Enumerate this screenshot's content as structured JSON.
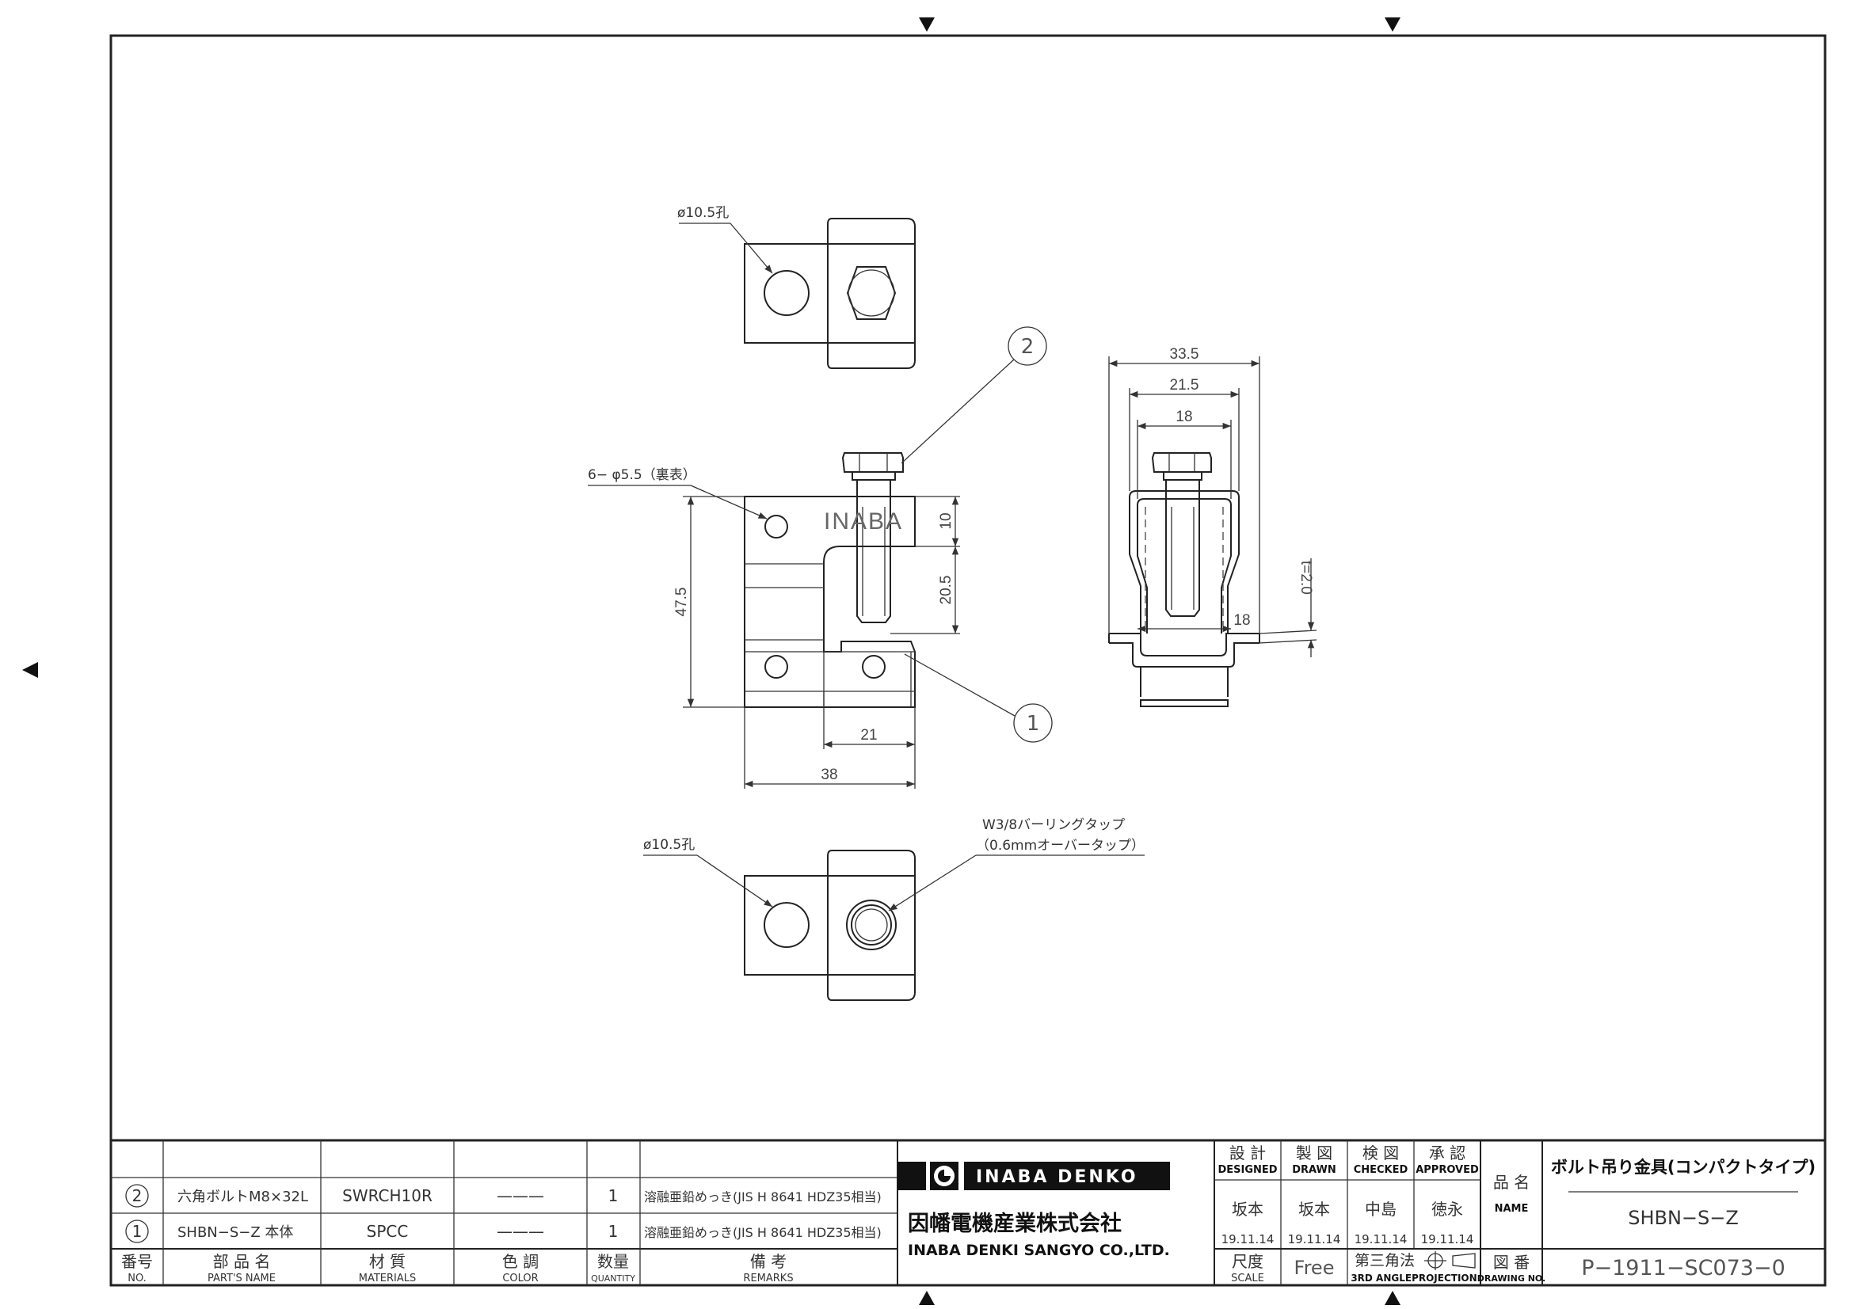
{
  "drawing": {
    "labels": {
      "hole_top": "ø10.5孔",
      "hole_bottom": "ø10.5孔",
      "holes_6": "6− φ5.5（裏表）",
      "burring_1": "W3/8バーリングタップ",
      "burring_2": "（0.6mmオーバータップ）",
      "stamp": "INABA",
      "part2": "2",
      "part1": "1"
    },
    "dims": {
      "d47_5": "47.5",
      "d10": "10",
      "d20_5": "20.5",
      "d21": "21",
      "d38": "38",
      "d33_5": "33.5",
      "d21_5": "21.5",
      "d18_top": "18",
      "d18_bottom": "18",
      "t2": "t=2.0"
    }
  },
  "parts_list": {
    "rows": [
      {
        "no": "2",
        "name": "六角ボルトM8×32L",
        "material": "SWRCH10R",
        "color": "———",
        "qty": "1",
        "remarks": "溶融亜鉛めっき(JIS H 8641 HDZ35相当)"
      },
      {
        "no": "1",
        "name": "SHBN−S−Z 本体",
        "material": "SPCC",
        "color": "———",
        "qty": "1",
        "remarks": "溶融亜鉛めっき(JIS H 8641 HDZ35相当)"
      }
    ],
    "headers": {
      "no_jp": "番号",
      "no_en": "NO.",
      "name_jp": "部 品 名",
      "name_en": "PART'S NAME",
      "material_jp": "材 質",
      "material_en": "MATERIALS",
      "color_jp": "色 調",
      "color_en": "COLOR",
      "qty_jp": "数量",
      "qty_en": "QUANTITY",
      "remarks_jp": "備 考",
      "remarks_en": "REMARKS"
    }
  },
  "company": {
    "brand": "INABA DENKO",
    "name_jp": "因幡電機産業株式会社",
    "name_en": "INABA DENKI SANGYO CO.,LTD."
  },
  "approval": {
    "designed_jp": "設 計",
    "designed_en": "DESIGNED",
    "drawn_jp": "製 図",
    "drawn_en": "DRAWN",
    "checked_jp": "検 図",
    "checked_en": "CHECKED",
    "approved_jp": "承 認",
    "approved_en": "APPROVED",
    "designed_by": "坂本",
    "drawn_by": "坂本",
    "checked_by": "中島",
    "approved_by": "徳永",
    "designed_date": "19.11.14",
    "drawn_date": "19.11.14",
    "checked_date": "19.11.14",
    "approved_date": "19.11.14",
    "scale_jp": "尺度",
    "scale_en": "SCALE",
    "scale": "Free",
    "projection_jp": "第三角法",
    "projection_en": "3RD ANGLEPROJECTION"
  },
  "title": {
    "name_label_jp": "品 名",
    "name_label_en": "NAME",
    "product": "ボルト吊り金具(コンパクトタイプ)",
    "model": "SHBN−S−Z",
    "drawing_label_jp": "図 番",
    "drawing_label_en": "DRAWING NO.",
    "drawing_no": "P−1911−SC073−0"
  }
}
